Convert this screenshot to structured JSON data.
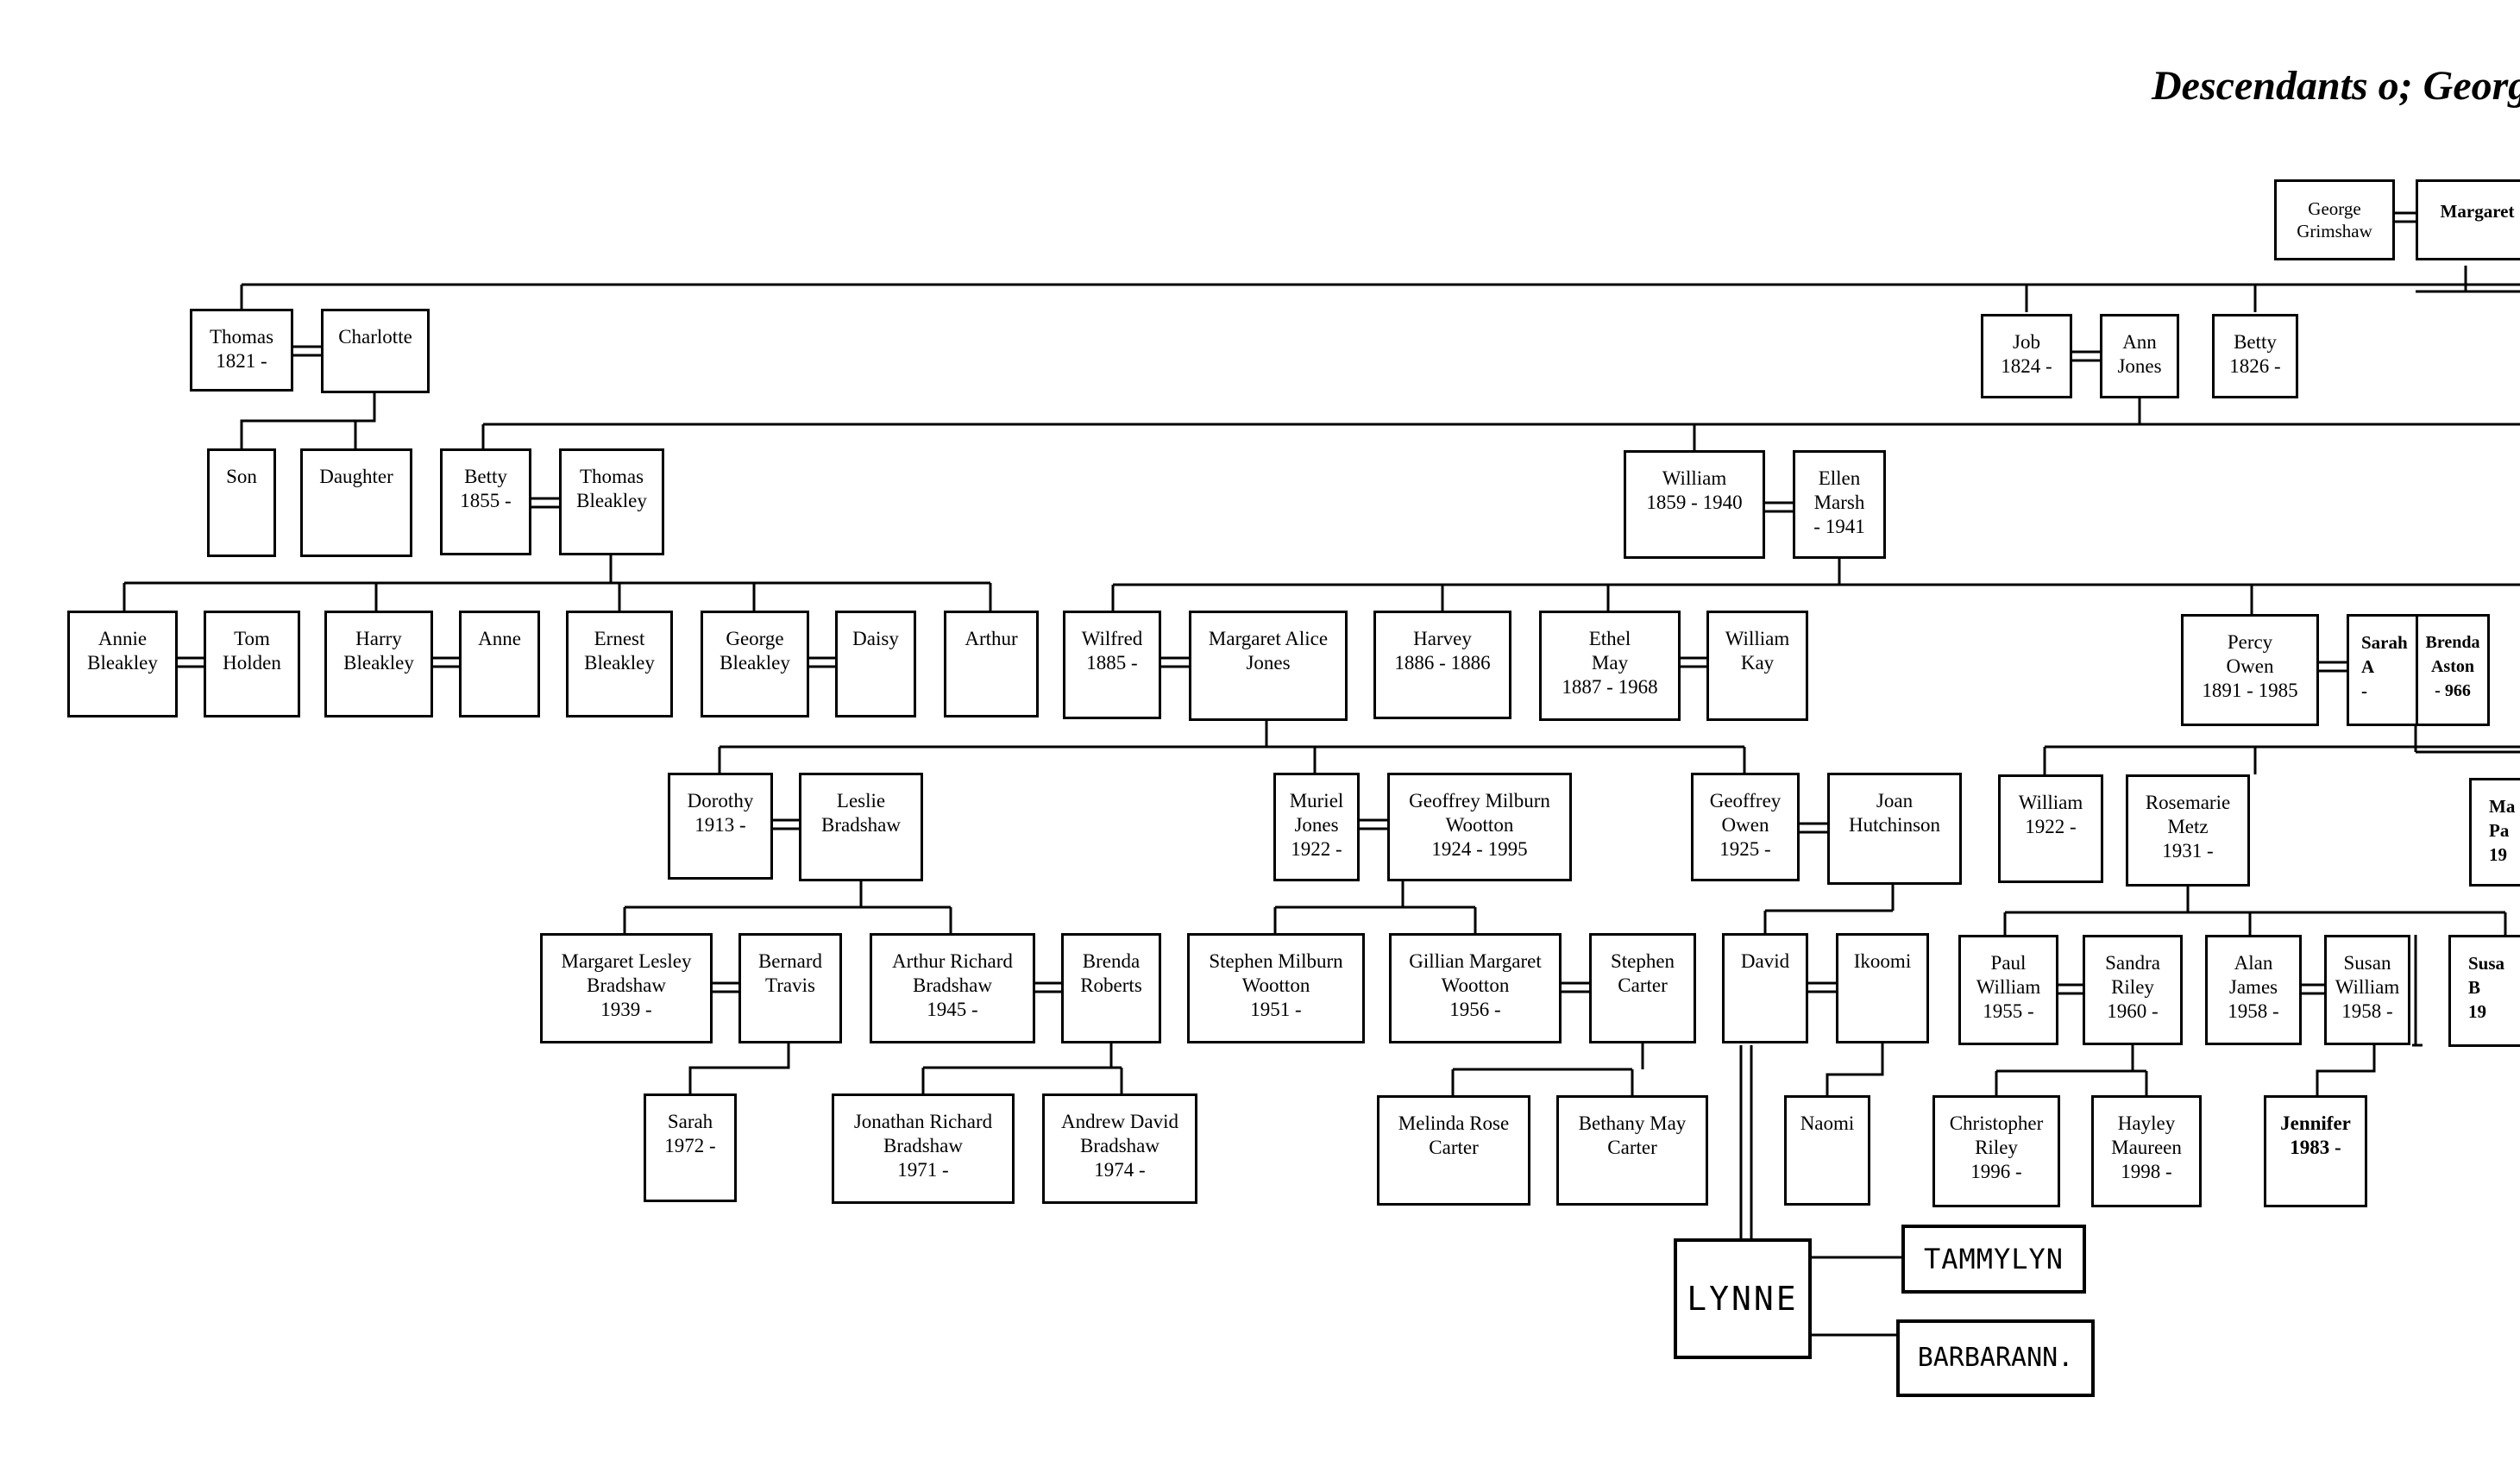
{
  "title": "Descendants o; Georg",
  "people": {
    "george_grimshaw": [
      "George",
      "Grimshaw"
    ],
    "margaret": [
      "Margaret"
    ],
    "thomas_1821": [
      "Thomas",
      "1821 -"
    ],
    "charlotte": [
      "Charlotte"
    ],
    "job_1824": [
      "Job",
      "1824 -"
    ],
    "ann_jones": [
      "Ann",
      "Jones"
    ],
    "betty_1826": [
      "Betty",
      "1826 -"
    ],
    "son": [
      "Son"
    ],
    "daughter": [
      "Daughter"
    ],
    "betty_1855": [
      "Betty",
      "1855 -"
    ],
    "thomas_bleakley": [
      "Thomas",
      "Bleakley"
    ],
    "william_1859": [
      "William",
      "1859 - 1940"
    ],
    "ellen_marsh": [
      "Ellen",
      "Marsh",
      "- 1941"
    ],
    "annie_bleakley": [
      "Annie",
      "Bleakley"
    ],
    "tom_holden": [
      "Tom",
      "Holden"
    ],
    "harry_bleakley": [
      "Harry",
      "Bleakley"
    ],
    "anne": [
      "Anne"
    ],
    "ernest_bleakley": [
      "Ernest",
      "Bleakley"
    ],
    "george_bleakley": [
      "George",
      "Bleakley"
    ],
    "daisy": [
      "Daisy"
    ],
    "arthur": [
      "Arthur"
    ],
    "wilfred": [
      "Wilfred",
      "1885 -"
    ],
    "margaret_alice_jones": [
      "Margaret Alice",
      "Jones"
    ],
    "harvey": [
      "Harvey",
      "1886 - 1886"
    ],
    "ethel_may": [
      "Ethel",
      "May",
      "1887 - 1968"
    ],
    "william_kay": [
      "William",
      "Kay"
    ],
    "percy_owen": [
      "Percy",
      "Owen",
      "1891 - 1985"
    ],
    "sarah_partial": [
      "Sarah",
      "A",
      "-"
    ],
    "brenda_partial": [
      "Brenda",
      "Aston",
      "- 966"
    ],
    "dorothy": [
      "Dorothy",
      "1913 -"
    ],
    "leslie_bradshaw": [
      "Leslie",
      "Bradshaw"
    ],
    "muriel_jones": [
      "Muriel",
      "Jones",
      "1922 -"
    ],
    "geoffrey_milburn_wootton": [
      "Geoffrey Milburn",
      "Wootton",
      "1924 - 1995"
    ],
    "geoffrey_owen": [
      "Geoffrey",
      "Owen",
      "1925 -"
    ],
    "joan_hutchinson": [
      "Joan",
      "Hutchinson"
    ],
    "william_1922": [
      "William",
      "1922 -"
    ],
    "rosemarie_metz": [
      "Rosemarie",
      "Metz",
      "1931 -"
    ],
    "ma_partial": [
      "Ma",
      "Pa",
      "19"
    ],
    "margaret_lesley_bradshaw": [
      "Margaret Lesley",
      "Bradshaw",
      "1939 -"
    ],
    "bernard_travis": [
      "Bernard",
      "Travis"
    ],
    "arthur_richard_bradshaw": [
      "Arthur Richard",
      "Bradshaw",
      "1945 -"
    ],
    "brenda_roberts": [
      "Brenda",
      "Roberts"
    ],
    "stephen_milburn_wootton": [
      "Stephen Milburn",
      "Wootton",
      "1951 -"
    ],
    "gillian_margaret_wootton": [
      "Gillian Margaret",
      "Wootton",
      "1956 -"
    ],
    "stephen_carter": [
      "Stephen",
      "Carter"
    ],
    "david": [
      "David"
    ],
    "ikoomi": [
      "Ikoomi"
    ],
    "paul_william": [
      "Paul",
      "William",
      "1955 -"
    ],
    "sandra_riley": [
      "Sandra",
      "Riley",
      "1960 -"
    ],
    "alan_james": [
      "Alan",
      "James",
      "1958 -"
    ],
    "susan_william": [
      "Susan",
      "William",
      "1958 -"
    ],
    "susan_partial": [
      "Susa",
      "B",
      "19"
    ],
    "sarah_1972": [
      "Sarah",
      "1972 -"
    ],
    "jonathan_richard_bradshaw": [
      "Jonathan Richard",
      "Bradshaw",
      "1971 -"
    ],
    "andrew_david_bradshaw": [
      "Andrew David",
      "Bradshaw",
      "1974 -"
    ],
    "melinda_rose_carter": [
      "Melinda Rose",
      "Carter"
    ],
    "bethany_may_carter": [
      "Bethany May",
      "Carter"
    ],
    "naomi": [
      "Naomi"
    ],
    "christopher_riley": [
      "Christopher",
      "Riley",
      "1996 -"
    ],
    "hayley_maureen": [
      "Hayley",
      "Maureen",
      "1998 -"
    ]
  },
  "handwritten": {
    "lynne": "LYNNE",
    "tammylyn": "TAMMYLYN",
    "barbarann": "BARBARANN."
  }
}
